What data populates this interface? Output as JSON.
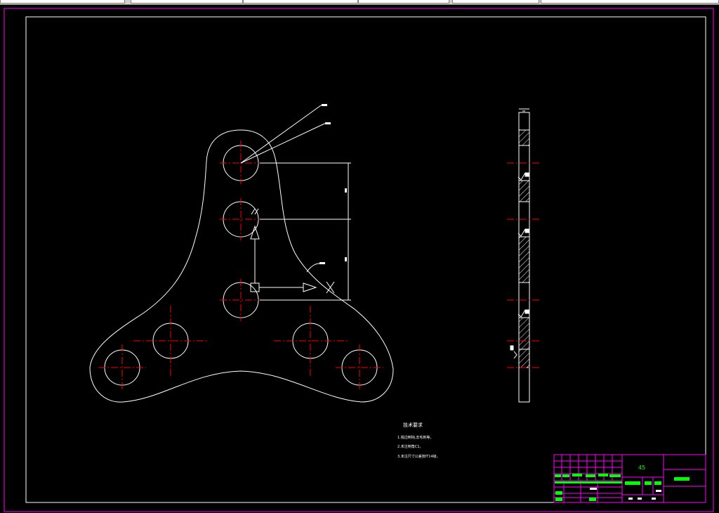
{
  "app": {
    "name": "CAD drawing viewer"
  },
  "toolbar": {
    "segment_count": 6
  },
  "colors": {
    "background": "#000000",
    "geometry": "#ffffff",
    "centerline": "#ff0000",
    "border": "#ff00ff",
    "annotation": "#00ff00",
    "toolbar": "#d4d0c8"
  },
  "title_block": {
    "material": "45"
  },
  "technical_requirements": {
    "heading": "技术要求",
    "lines": [
      "1.锐边倒钝,去毛刺等。",
      "2.未注倒角C1。",
      "3.未注尺寸公差按IT14级。"
    ]
  },
  "icons": {
    "ucs": "ucs-icon",
    "x_axis": "x-axis-label"
  }
}
